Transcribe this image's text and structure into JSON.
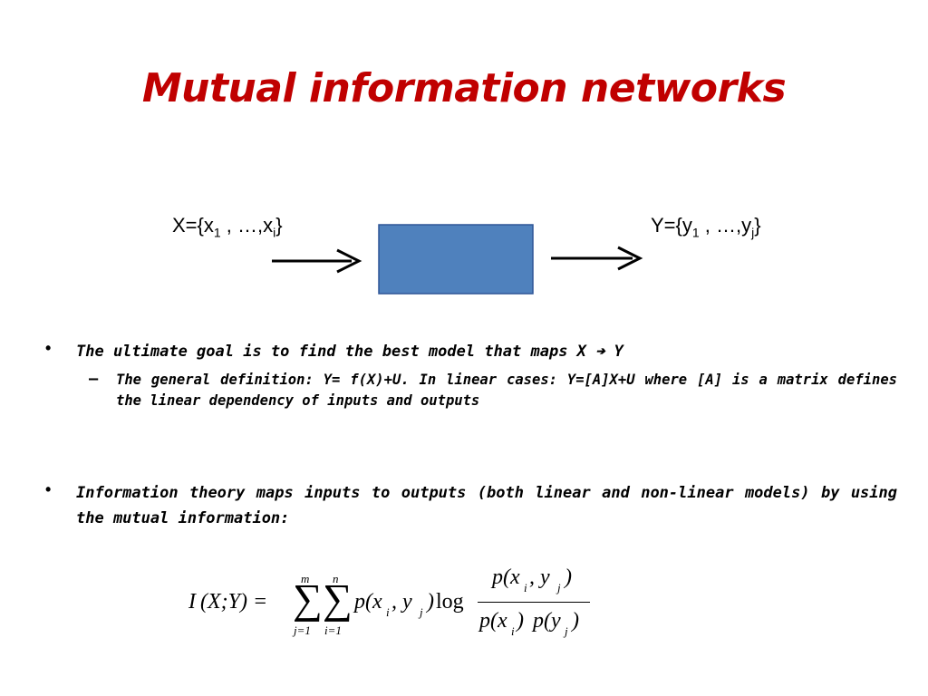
{
  "slide": {
    "title": "Mutual information networks",
    "title_color": "#c00000"
  },
  "diagram": {
    "input_label": {
      "base": "X={x",
      "sub1": "1",
      "mid": " , …,x",
      "sub2": "i",
      "end": "}"
    },
    "output_label": {
      "base": "Y={y",
      "sub1": "1",
      "mid": " , …,y",
      "sub2": "j",
      "end": "}"
    },
    "box_color": "#4f81bd",
    "box_border": "#2f5597"
  },
  "bullets": [
    {
      "text": "The ultimate goal is to find the best model that maps X ➔ Y",
      "sub": "The general definition: Y= f(X)+U. In linear cases: Y=[A]X+U where [A] is a matrix defines the linear dependency of inputs and outputs"
    },
    {
      "text": "Information theory maps inputs to outputs (both linear and non-linear models) by using the mutual information:"
    }
  ],
  "bullet_glyph": "•",
  "sub_glyph": "–",
  "formula": {
    "lhs": "I",
    "lhs_args": "(X;Y) =",
    "sum1_top": "m",
    "sum1_bottom": "j=1",
    "sum2_top": "n",
    "sum2_bottom": "i=1",
    "sigma": "∑",
    "term": "p(x",
    "term_i": "i",
    "term_mid": ", y",
    "term_j": "j",
    "term_end": ")",
    "log": "log",
    "num": "p(x",
    "num_i": "i",
    "num_mid": ", y",
    "num_j": "j",
    "num_end": ")",
    "den1": "p(x",
    "den1_i": "i",
    "den1_end": ")",
    "den2": "p(y",
    "den2_j": "j",
    "den2_end": ")"
  }
}
